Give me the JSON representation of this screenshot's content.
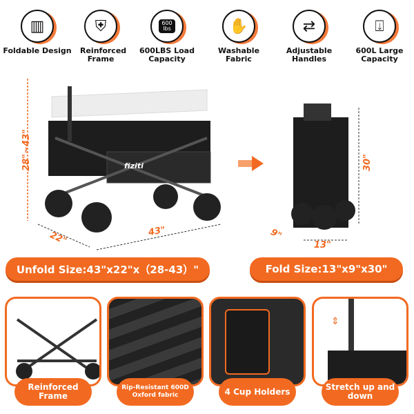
{
  "features": [
    {
      "label": "Foldable Design",
      "icon": "map-fold-icon"
    },
    {
      "label": "Reinforced Frame",
      "icon": "shield-icon"
    },
    {
      "label": "600LBS Load Capacity",
      "icon": "weight-icon",
      "icon_text": "600 lbs"
    },
    {
      "label": "Washable Fabric",
      "icon": "wash-icon"
    },
    {
      "label": "Adjustable Handles",
      "icon": "arrows-wrench-icon"
    },
    {
      "label": "600L Large Capacity",
      "icon": "box-icon"
    }
  ],
  "unfold": {
    "height": "28\"~43\"",
    "length": "43\"",
    "width": "22\"",
    "brand": "fiziti",
    "banner": "Unfold Size:43\"x22\"x（28-43）\""
  },
  "fold": {
    "height": "30\"",
    "depth": "9\"",
    "width": "13\"",
    "banner": "Fold Size:13\"x9\"x30\""
  },
  "details": [
    {
      "caption": "Reinforced Frame"
    },
    {
      "caption": "Rip-Resistant 600D Oxford fabric"
    },
    {
      "caption": "4 Cup Holders"
    },
    {
      "caption": "Stretch up and down"
    }
  ],
  "colors": {
    "accent": "#f26a21"
  }
}
